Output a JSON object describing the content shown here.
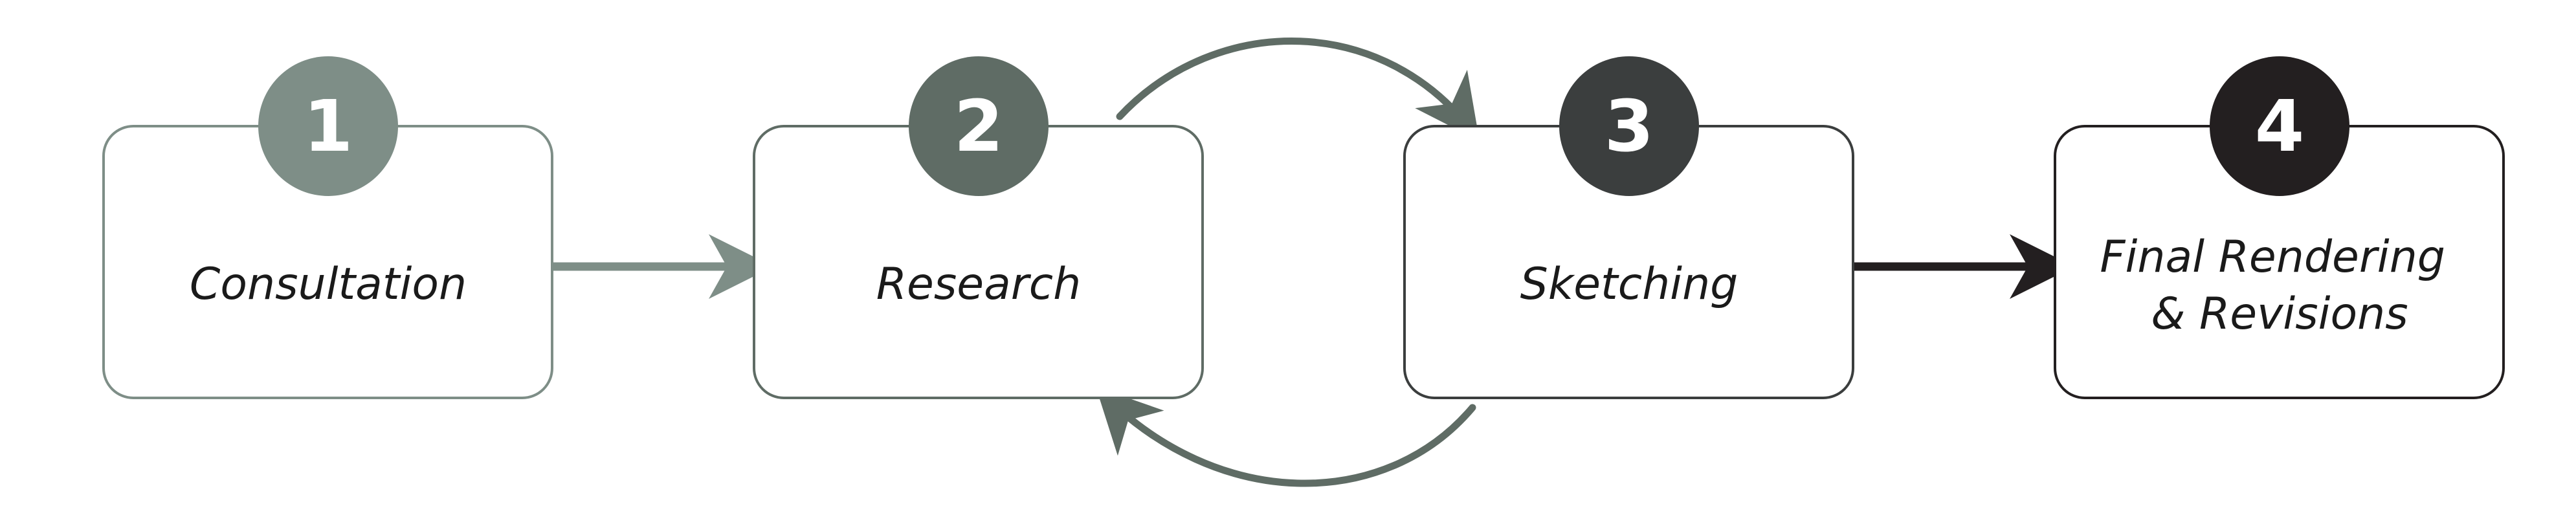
{
  "steps": [
    {
      "number": "1",
      "label_lines": [
        "Consultation"
      ],
      "color": "#7e8e87"
    },
    {
      "number": "2",
      "label_lines": [
        "Research"
      ],
      "color": "#5f6c65"
    },
    {
      "number": "3",
      "label_lines": [
        "Sketching"
      ],
      "color": "#3b3e3e"
    },
    {
      "number": "4",
      "label_lines": [
        "Final Rendering",
        "& Revisions"
      ],
      "color": "#231f20"
    }
  ],
  "colors": {
    "arrow_1_2": "#7e8e87",
    "arrow_3_4": "#231f20",
    "loop": "#5f6c65"
  }
}
